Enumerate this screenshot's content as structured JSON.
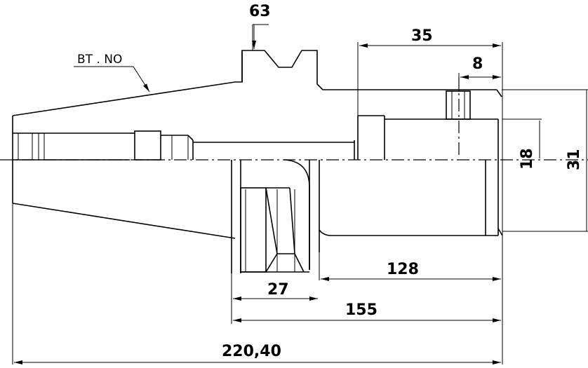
{
  "drawing": {
    "type": "BT tool holder shank technical drawing",
    "labels": {
      "bt_no": "BT . NO"
    },
    "dimensions": {
      "top_63": "63",
      "top_35": "35",
      "top_8": "8",
      "right_18": "18",
      "right_31": "31",
      "bottom_128": "128",
      "bottom_27": "27",
      "bottom_155": "155",
      "bottom_220": "220,40"
    }
  }
}
